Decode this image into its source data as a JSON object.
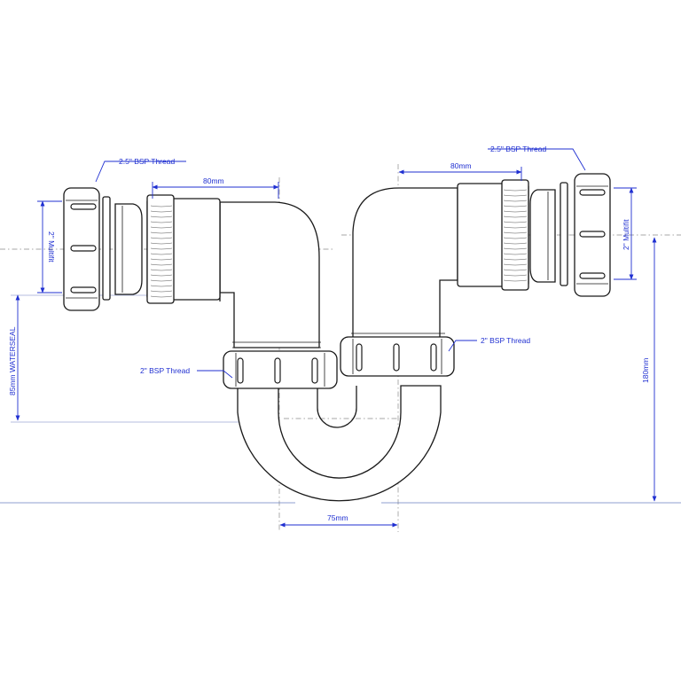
{
  "colors": {
    "dimension": "#1f2fd1",
    "line": "#1a1a1a",
    "centerline": "#8a8a8a"
  },
  "labels": {
    "left_thread": "2.5\" BSP Thread",
    "right_thread": "2.5\" BSP Thread",
    "left_multifit": "2\" Multifit",
    "right_multifit": "2\" Multifit",
    "left_width": "80mm",
    "right_width": "80mm",
    "left_bsp": "2\" BSP Thread",
    "right_bsp": "2\" BSP Thread",
    "waterseal": "85mm WATERSEAL",
    "height": "180mm",
    "spacing": "75mm"
  }
}
